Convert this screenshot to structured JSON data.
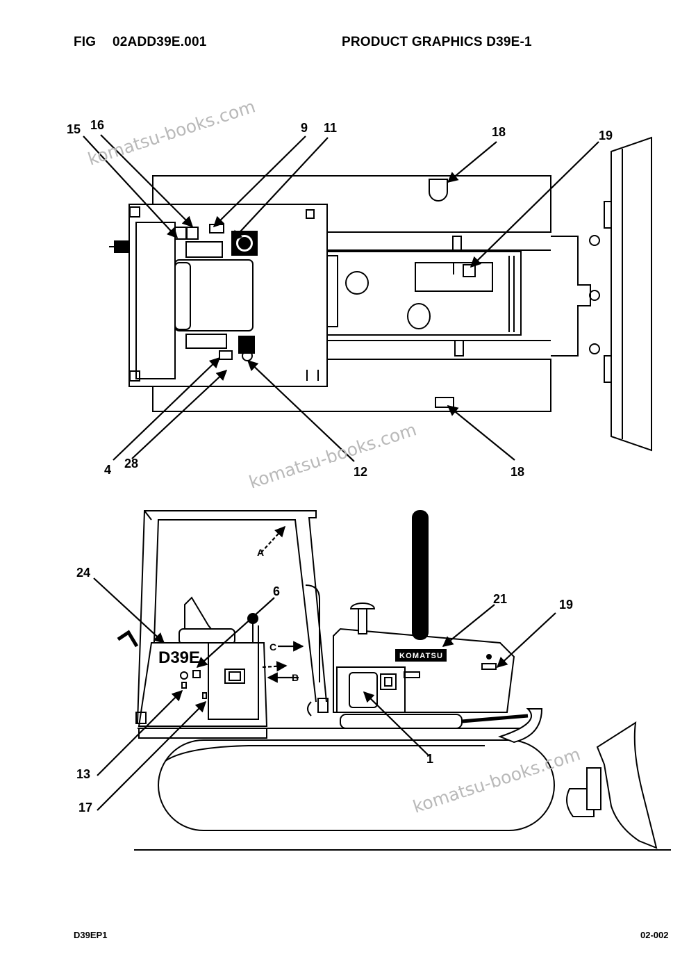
{
  "header": {
    "fig_label": "FIG",
    "fig_code": "02ADD39E.001",
    "title": "PRODUCT GRAPHICS D39E-1"
  },
  "footer": {
    "left": "D39EP1",
    "right": "02-002"
  },
  "watermark": "komatsu-books.com",
  "machine_markings": {
    "brand": "KOMATSU",
    "model": "D39E"
  },
  "top_view": {
    "callouts": [
      "15",
      "16",
      "9",
      "11",
      "18",
      "19",
      "4",
      "28",
      "12",
      "18"
    ]
  },
  "side_view": {
    "callouts": [
      "24",
      "6",
      "21",
      "19",
      "1",
      "13",
      "17"
    ],
    "view_arrows": [
      "A",
      "B",
      "C"
    ]
  }
}
